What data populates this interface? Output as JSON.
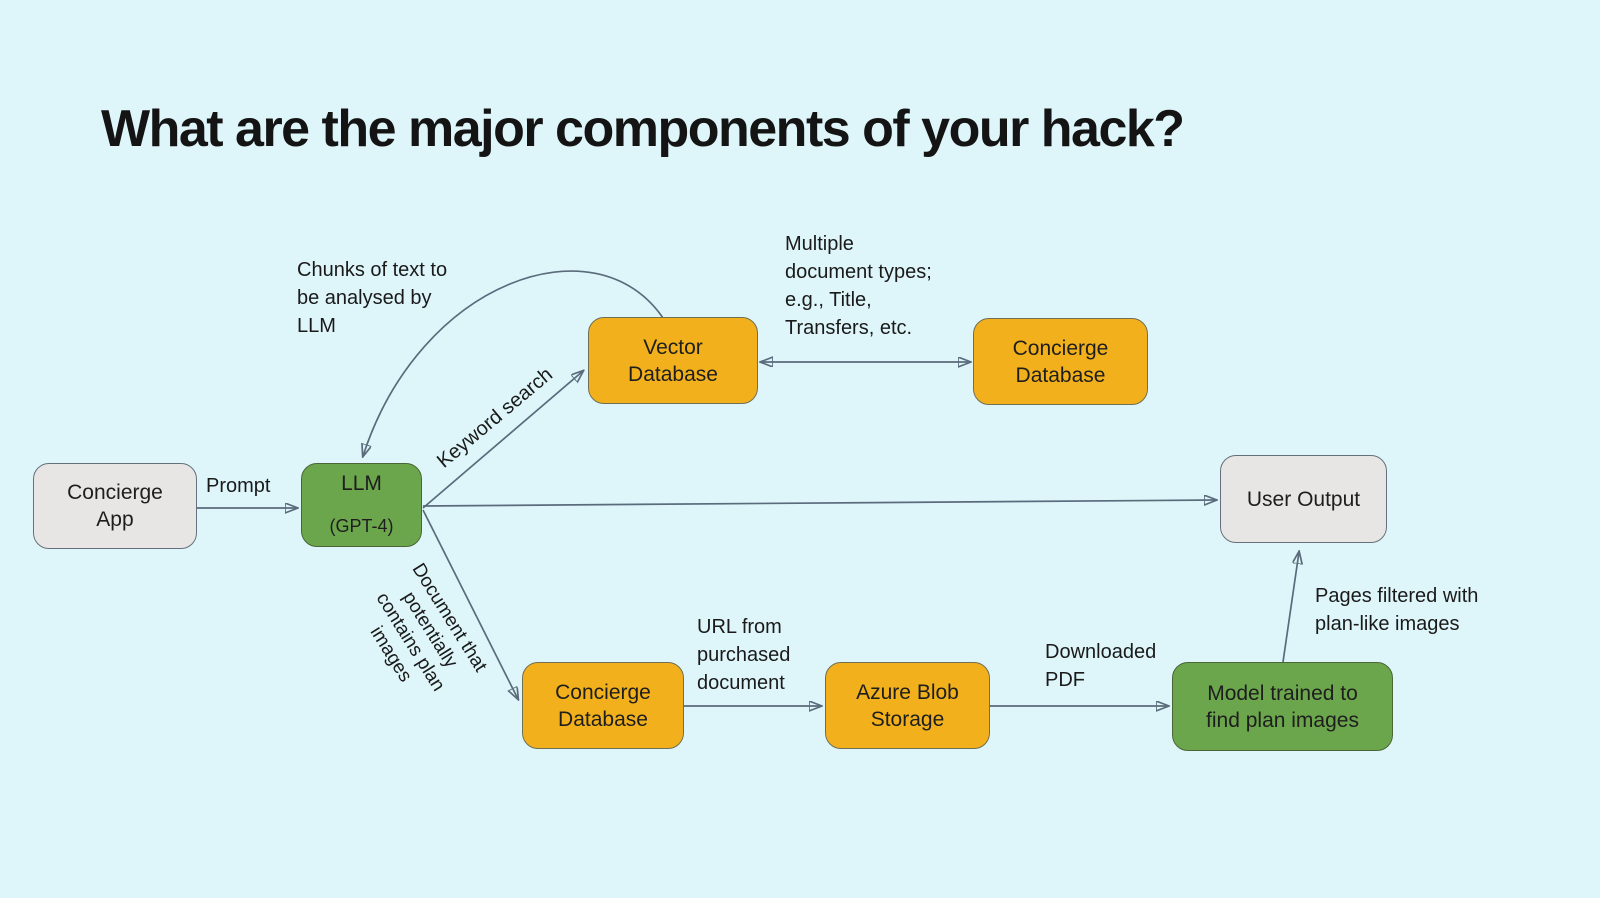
{
  "title": "What are the major components of your hack?",
  "palette": {
    "background": "#def6fa",
    "node_yellow": "#f2b11c",
    "node_green": "#6ca64c",
    "node_gray": "#e8e6e4",
    "arrow": "#5a6b7c",
    "text": "#1a1a1a"
  },
  "nodes": {
    "concierge_app": {
      "label": "Concierge\nApp"
    },
    "llm": {
      "title": "LLM",
      "subtitle": "(GPT-4)"
    },
    "vector_db": {
      "label": "Vector\nDatabase"
    },
    "concierge_db_top": {
      "label": "Concierge\nDatabase"
    },
    "user_output": {
      "label": "User Output"
    },
    "concierge_db_bottom": {
      "label": "Concierge\nDatabase"
    },
    "azure_blob": {
      "label": "Azure Blob\nStorage"
    },
    "plan_model": {
      "label": "Model trained to\nfind plan images"
    }
  },
  "edge_labels": {
    "prompt": "Prompt",
    "chunks": "Chunks of text to\nbe analysed by\nLLM",
    "keyword_search": "Keyword search",
    "multiple_docs": "Multiple\ndocument types;\ne.g., Title,\nTransfers, etc.",
    "document_plan": "Document that\npotentially\ncontains plan\nimages",
    "url_from": "URL from\npurchased\ndocument",
    "downloaded_pdf": "Downloaded\nPDF",
    "pages_filtered": "Pages filtered with\nplan-like images"
  }
}
